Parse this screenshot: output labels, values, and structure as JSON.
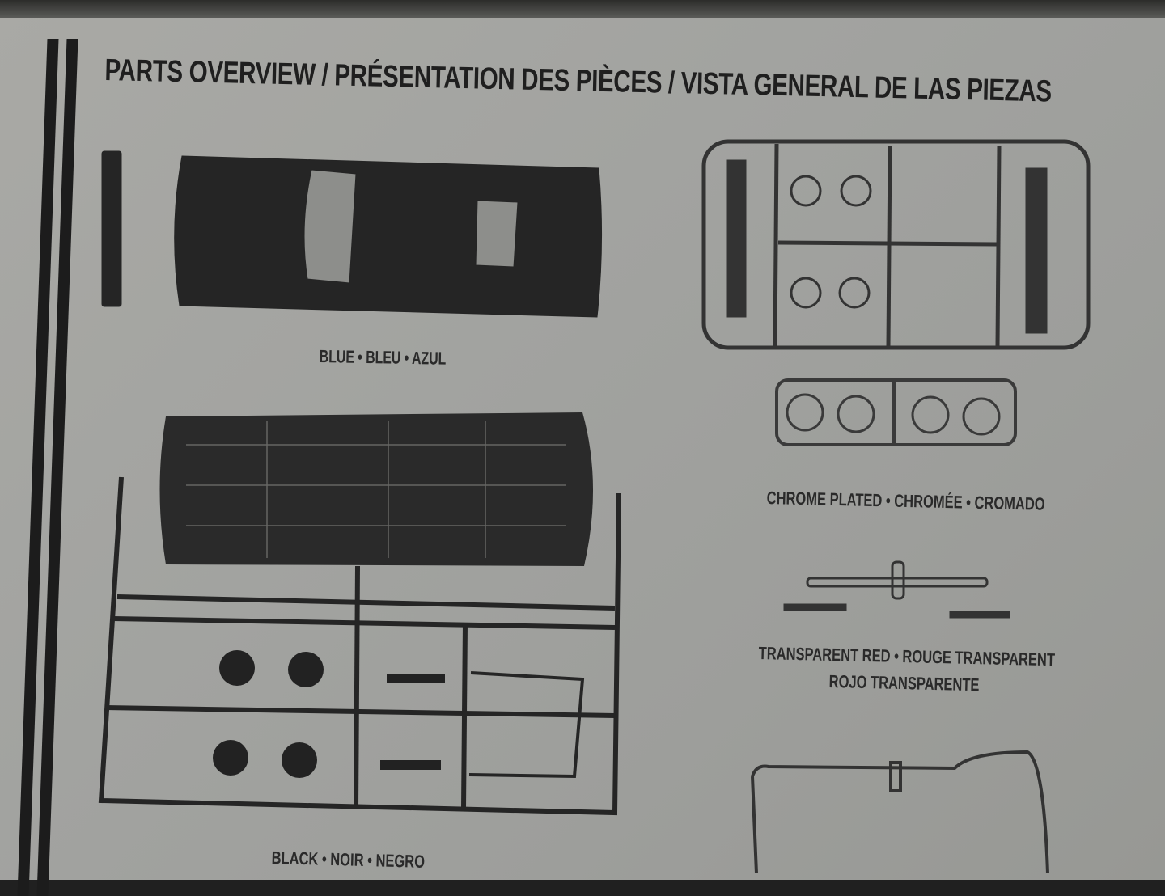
{
  "title": "PARTS OVERVIEW / PRÉSENTATION DES PIÈCES / VISTA GENERAL DE LAS PIEZAS",
  "sections": {
    "blue": "BLUE • BLEU • AZUL",
    "chrome": "CHROME PLATED • CHROMÉE • CROMADO",
    "red_line1": "TRANSPARENT RED • ROUGE TRANSPARENT",
    "red_line2": "ROJO TRANSPARENTE",
    "black": "BLACK • NOIR • NEGRO"
  },
  "colors": {
    "paper": "#a3a4a0",
    "ink": "#1f1f1f"
  }
}
